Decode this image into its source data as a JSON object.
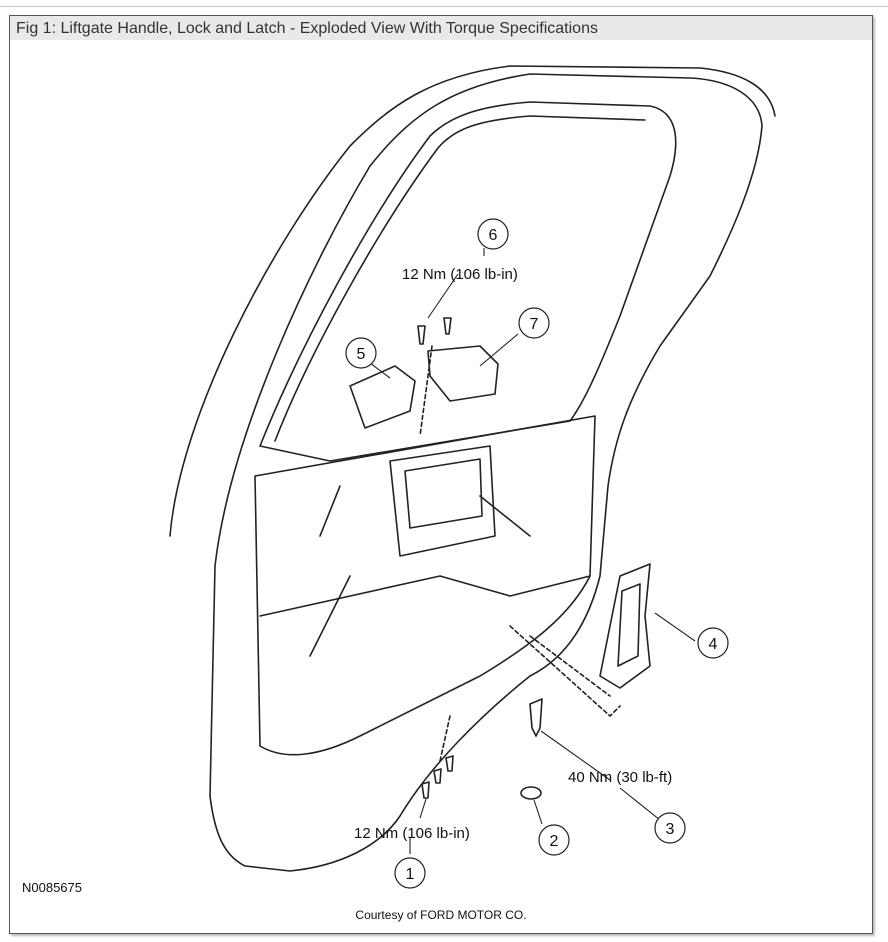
{
  "figure": {
    "caption": "Fig 1: Liftgate Handle, Lock and Latch - Exploded View With Torque Specifications",
    "figure_id": "N0085675",
    "credit": "Courtesy of FORD MOTOR CO."
  },
  "callouts": [
    {
      "number": "1"
    },
    {
      "number": "2"
    },
    {
      "number": "3"
    },
    {
      "number": "4"
    },
    {
      "number": "5"
    },
    {
      "number": "6"
    },
    {
      "number": "7"
    }
  ],
  "torque_labels": {
    "upper_bolts": "12 Nm (106 lb-in)",
    "lower_bolts": "12 Nm (106 lb-in)",
    "striker_bolt": "40 Nm (30 lb-ft)"
  },
  "colors": {
    "line": "#222222",
    "caption_bar": "#e9e9e9"
  }
}
